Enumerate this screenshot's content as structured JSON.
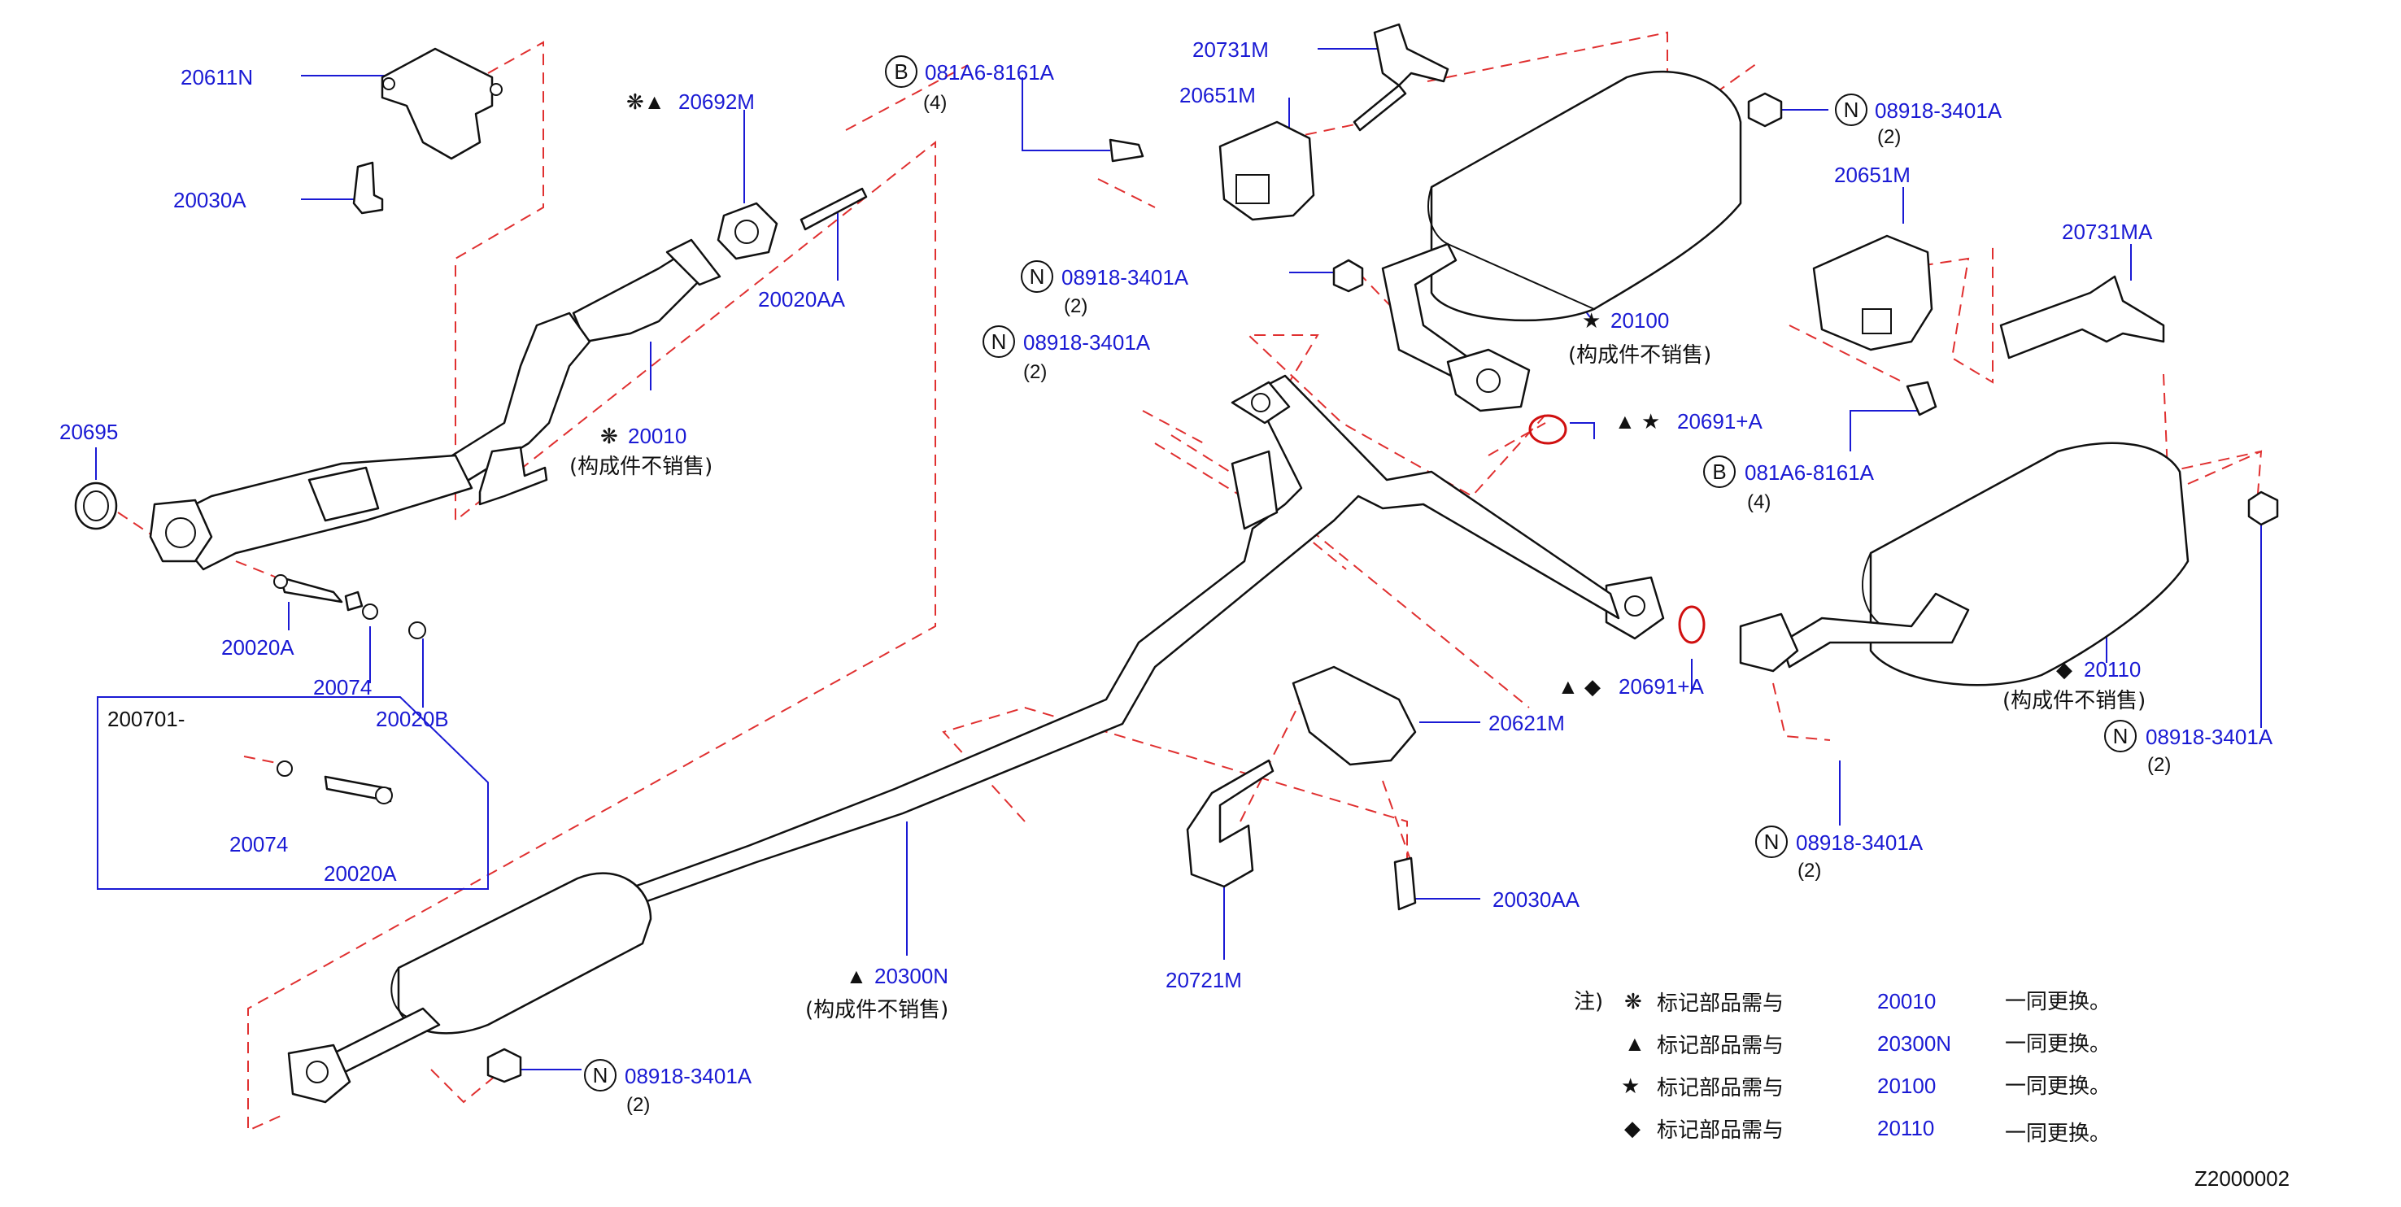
{
  "labels": {
    "p20611N": "20611N",
    "p20030A": "20030A",
    "p20692M": "20692M",
    "p20692M_sym": "❋▲",
    "p20020AA": "20020AA",
    "p20010": "20010",
    "p20010_sym": "❋",
    "p20010_note": "(构成件不销售)",
    "p20695": "20695",
    "p20020A_1": "20020A",
    "p20074_1": "20074",
    "p20020B": "20020B",
    "box_title": "200701-",
    "p20074_2": "20074",
    "p20020A_2": "20020A",
    "bolt_B1": "081A6-8161A",
    "bolt_B1_qty": "(4)",
    "p20731M": "20731M",
    "p20651M_1": "20651M",
    "nut_N1": "08918-3401A",
    "nut_N1_qty": "(2)",
    "nut_N2": "08918-3401A",
    "nut_N2_qty": "(2)",
    "p20100": "20100",
    "p20100_sym": "★",
    "p20100_note": "(构成件不销售)",
    "nut_N3": "08918-3401A",
    "nut_N3_qty": "(2)",
    "p20651M_2": "20651M",
    "p20731MA": "20731MA",
    "p20691A_1": "20691+A",
    "p20691A_1_sym": "▲ ★",
    "bolt_B2": "081A6-8161A",
    "bolt_B2_qty": "(4)",
    "p20110": "20110",
    "p20110_sym": "◆",
    "p20110_note": "(构成件不销售)",
    "nut_N4": "08918-3401A",
    "nut_N4_qty": "(2)",
    "p20691A_2": "20691+A",
    "p20691A_2_sym": "▲ ◆",
    "p20621M": "20621M",
    "nut_N5": "08918-3401A",
    "nut_N5_qty": "(2)",
    "p20030AA": "20030AA",
    "p20721M": "20721M",
    "p20300N": "20300N",
    "p20300N_sym": "▲",
    "p20300N_note": "(构成件不销售)",
    "nut_N6": "08918-3401A",
    "nut_N6_qty": "(2)",
    "circle_B": "B",
    "circle_N": "N",
    "diagram_code": "Z2000002"
  },
  "notes": {
    "prefix": "注)",
    "rows": [
      {
        "symbol": "❋",
        "text": "标记部品需与",
        "part": "20010",
        "suffix": "一同更换。"
      },
      {
        "symbol": "▲",
        "text": "标记部品需与",
        "part": "20300N",
        "suffix": "一同更换。"
      },
      {
        "symbol": "★",
        "text": "标记部品需与",
        "part": "20100",
        "suffix": "一同更换。"
      },
      {
        "symbol": "◆",
        "text": "标记部品需与",
        "part": "20110",
        "suffix": "一同更换。"
      }
    ]
  },
  "colors": {
    "part_number": "#1a1ad4",
    "dashed_guide": "#e03030",
    "line_art": "#111111"
  }
}
